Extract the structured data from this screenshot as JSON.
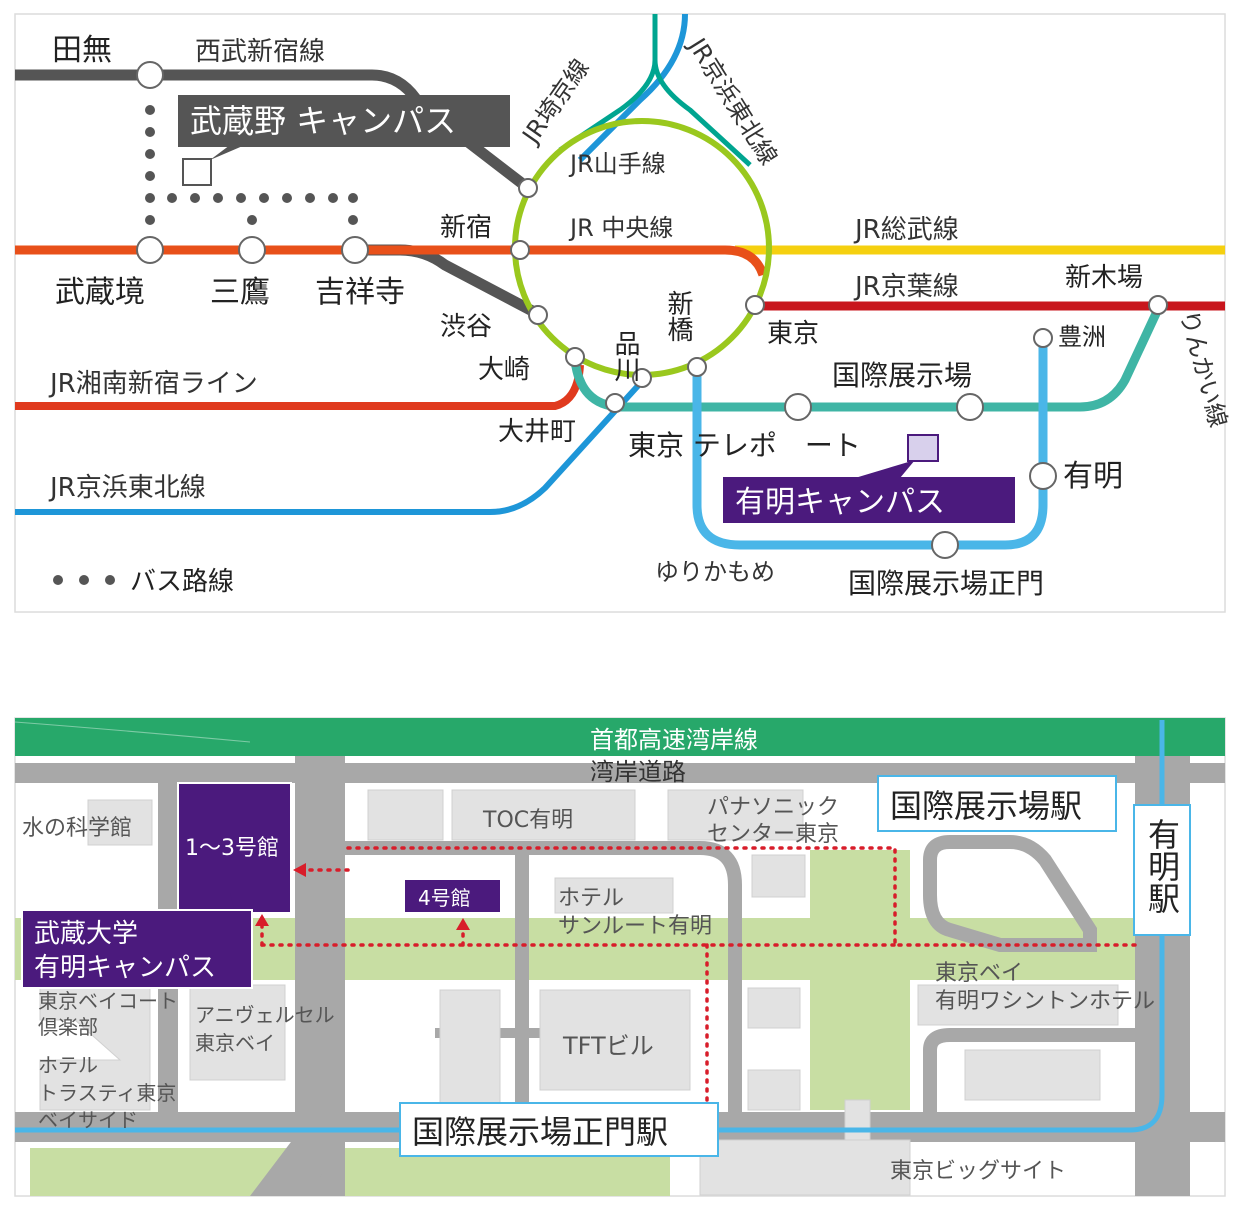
{
  "route_map": {
    "lines": {
      "seibu_shinjuku": "西武新宿線",
      "jr_saikyo": "JR埼京線",
      "jr_keihin_tohoku_top": "JR京浜東北線",
      "jr_yamanote": "JR山手線",
      "jr_chuo": "JR 中央線",
      "jr_sobu": "JR総武線",
      "jr_keiyo": "JR京葉線",
      "jr_shonan_shinjuku": "JR湘南新宿ライン",
      "jr_keihin_tohoku_bottom": "JR京浜東北線",
      "rinkai": "りんかい線",
      "yurikamome": "ゆりかもめ"
    },
    "stations": {
      "tanashi": "田無",
      "musashisakai": "武蔵境",
      "mitaka": "三鷹",
      "kichijoji": "吉祥寺",
      "shinjuku": "新宿",
      "shibuya": "渋谷",
      "osaki": "大崎",
      "shinagawa": "品川",
      "shimbashi": "新橋",
      "tokyo": "東京",
      "oimachi": "大井町",
      "tokyo_teleport": "東京 テレポ　ート",
      "kokusai_tenjijo": "国際展示場",
      "shin_kiba": "新木場",
      "toyosu": "豊洲",
      "ariake": "有明",
      "kokusai_tenjijo_seimon": "国際展示場正門"
    },
    "campus_musashino": "武蔵野  キャンパス",
    "campus_ariake": "有明キャンパス",
    "legend_bus": "バス路線",
    "colors": {
      "seibu": "#555555",
      "chuo": "#e8501a",
      "sobu": "#f5d010",
      "keiyo": "#c8161d",
      "shonan": "#e03a1e",
      "keihin": "#1e96d8",
      "saikyo": "#00a590",
      "yamanote": "#9ac81e",
      "rinkai": "#3fb5a5",
      "yurikamome": "#4ab6e8",
      "purple": "#4b1a7d"
    }
  },
  "area_map": {
    "expressway": "首都高速湾岸線",
    "wangan_road": "湾岸道路",
    "kokusai_station": "国際展示場駅",
    "ariake_station": "有明駅",
    "seimon_station": "国際展示場正門駅",
    "building_1_3": "1〜3号館",
    "building_4": "4号館",
    "campus_line1": "武蔵大学",
    "campus_line2": "有明キャンパス",
    "water_museum": "水の科学館",
    "toc": "TOC有明",
    "panasonic_1": "パナソニック",
    "panasonic_2": "センター東京",
    "hotel_sunroute_1": "ホテル",
    "hotel_sunroute_2": "サンルート有明",
    "tokyo_bay_1": "東京ベイ",
    "tokyo_bay_2": "有明ワシントンホテル",
    "baycourt_1": "東京ベイコート",
    "baycourt_2": "倶楽部",
    "anivelle_1": "アニヴェルセル",
    "anivelle_2": "東京ベイ",
    "trusty_1": "ホテル",
    "trusty_2": "トラスティ東京",
    "trusty_3": "ベイサイド",
    "tft": "TFTビル",
    "bigsight": "東京ビッグサイト"
  }
}
